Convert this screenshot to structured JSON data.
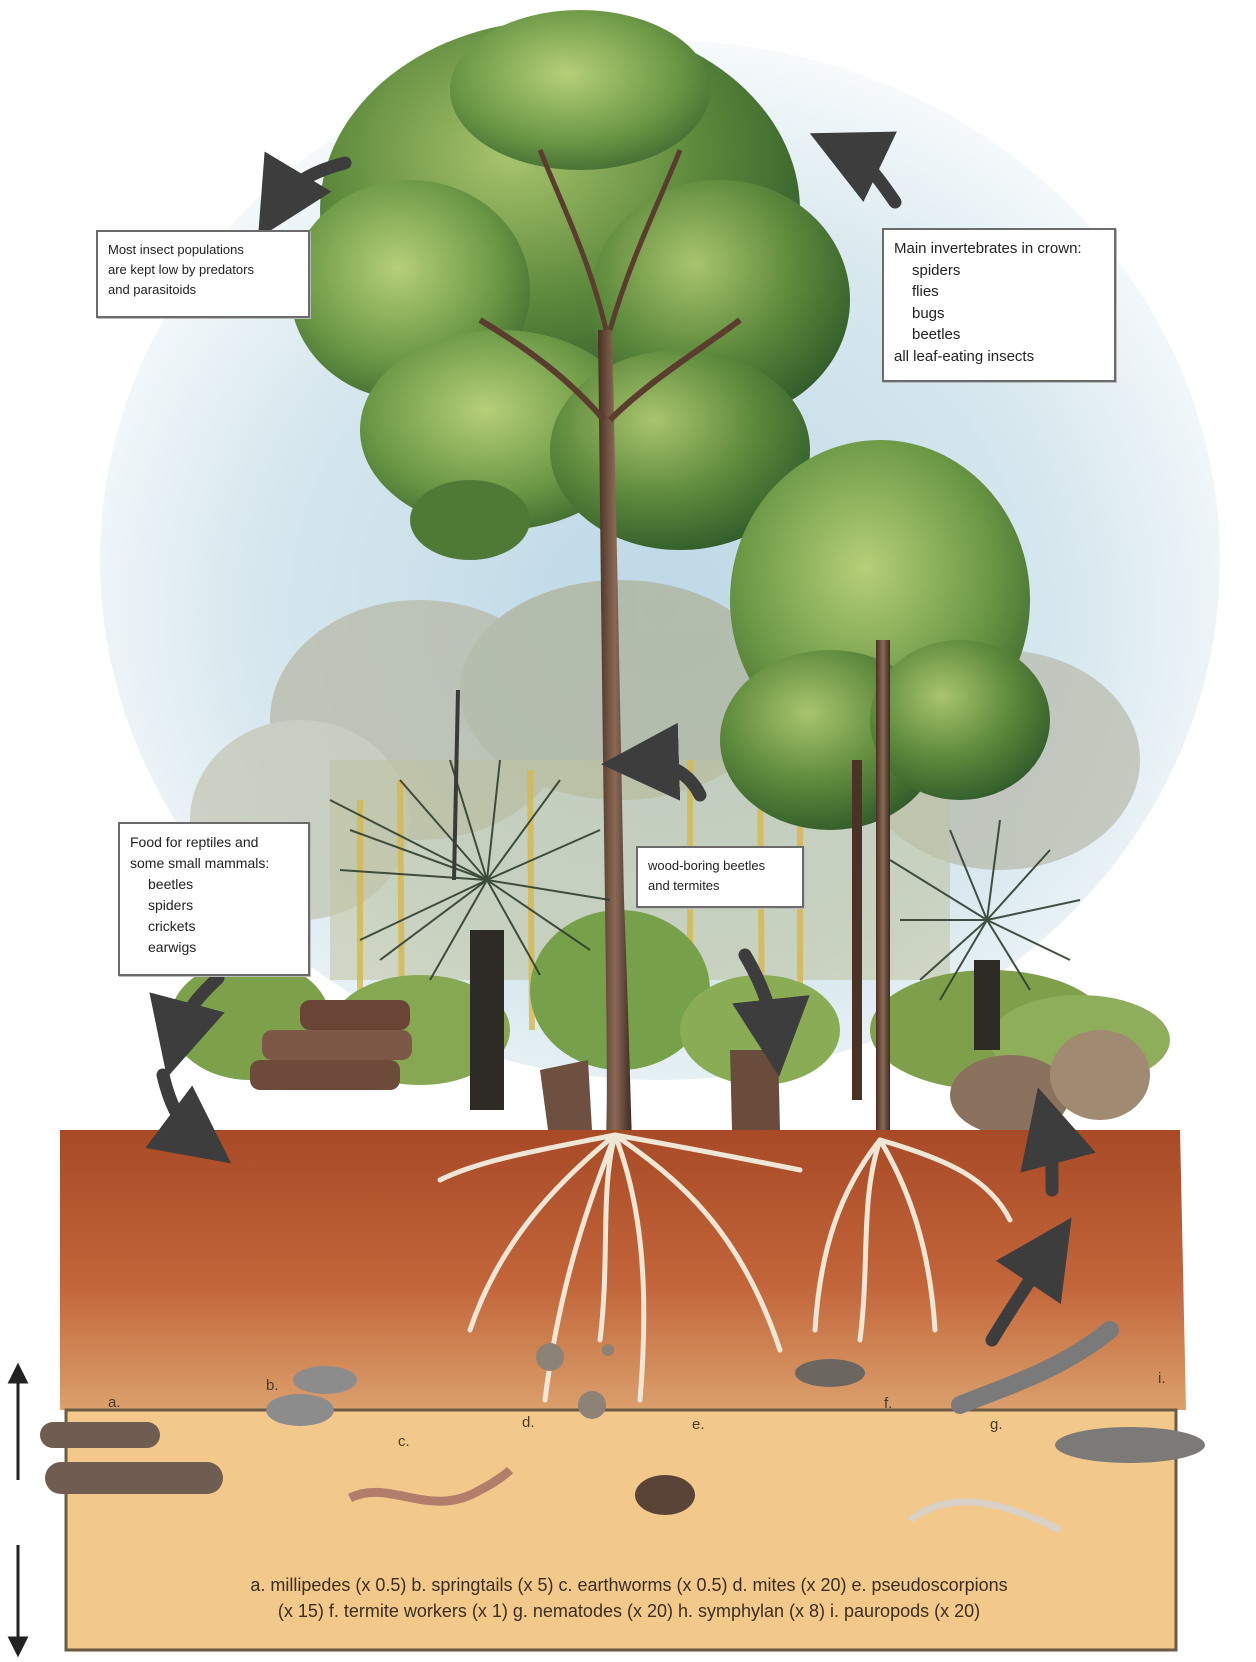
{
  "labels": {
    "predators": {
      "lines": [
        "Most insect populations",
        "are kept low by predators",
        "and parasitoids"
      ]
    },
    "crown": {
      "title": "Main invertebrates in crown:",
      "items": [
        "spiders",
        "flies",
        "bugs",
        "beetles"
      ],
      "footer": "all leaf-eating insects"
    },
    "food": {
      "lines": [
        "Food for reptiles and",
        "some small mammals:"
      ],
      "items": [
        "beetles",
        "spiders",
        "crickets",
        "earwigs"
      ]
    },
    "wood": {
      "lines": [
        "wood-boring beetles",
        "and termites"
      ]
    }
  },
  "soil_letters": [
    "a.",
    "b.",
    "c.",
    "d.",
    "e.",
    "f.",
    "g.",
    "i."
  ],
  "legend": {
    "line1": "a. millipedes (x 0.5)    b. springtails (x 5)    c. earthworms (x 0.5)    d. mites (x 20)    e. pseudoscorpions",
    "line2": "(x 15)  f. termite workers (x 1)    g. nematodes (x 20)    h. symphylan (x 8)    i. pauropods (x 20)"
  },
  "colors": {
    "sky": "#c9dfe8",
    "foliage": "#5d8a3c",
    "soil": "#b85a2e",
    "soil_panel": "#f2c98a",
    "arrow": "#3d3d3d",
    "root": "#efe6d6"
  }
}
